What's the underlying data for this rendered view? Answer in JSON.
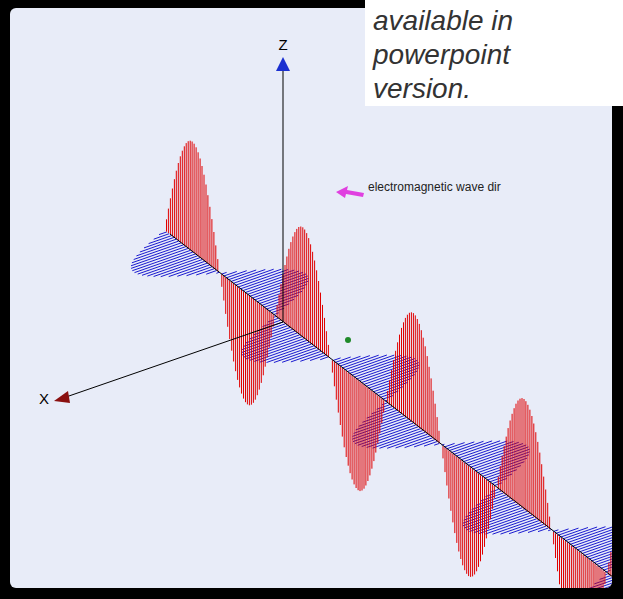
{
  "diagram": {
    "labels": [
      "Z",
      "X",
      "electromagnetic wave dir",
      "available in powerpoint version."
    ]
  }
}
